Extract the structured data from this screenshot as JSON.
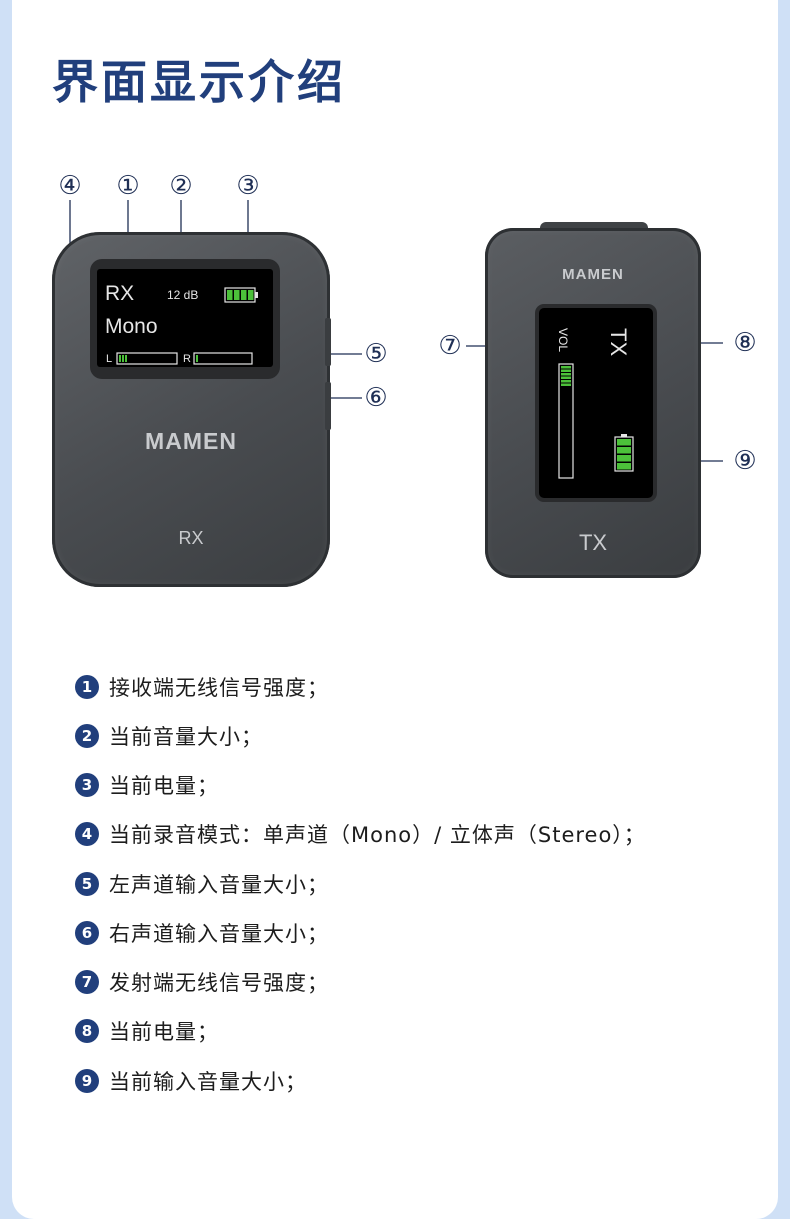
{
  "title": "界面显示介绍",
  "rx": {
    "brand": "MAMEN",
    "model": "RX",
    "screen": {
      "label": "RX",
      "volume": "12 dB",
      "mode": "Mono",
      "left_label": "L",
      "right_label": "R",
      "battery_bars": 4,
      "left_level_bars": 3,
      "right_level_bars": 1
    }
  },
  "tx": {
    "brand": "MAMEN",
    "model": "TX",
    "screen": {
      "label": "TX",
      "vol_label": "VOL",
      "level_bars": 6,
      "battery_bars": 4
    }
  },
  "callouts": [
    "④",
    "①",
    "②",
    "③",
    "⑤",
    "⑥",
    "⑦",
    "⑧",
    "⑨"
  ],
  "legend": [
    {
      "num": "1",
      "text": "接收端无线信号强度；"
    },
    {
      "num": "2",
      "text": "当前音量大小；"
    },
    {
      "num": "3",
      "text": "当前电量；"
    },
    {
      "num": "4",
      "text": "当前录音模式：单声道（Mono）/ 立体声（Stereo）；"
    },
    {
      "num": "5",
      "text": "左声道输入音量大小；"
    },
    {
      "num": "6",
      "text": "右声道输入音量大小；"
    },
    {
      "num": "7",
      "text": "发射端无线信号强度；"
    },
    {
      "num": "8",
      "text": "当前电量；"
    },
    {
      "num": "9",
      "text": "当前输入音量大小；"
    }
  ],
  "colors": {
    "accent": "#213f7c",
    "screen_green": "#4cc13a",
    "background": "#cfe0f6"
  }
}
